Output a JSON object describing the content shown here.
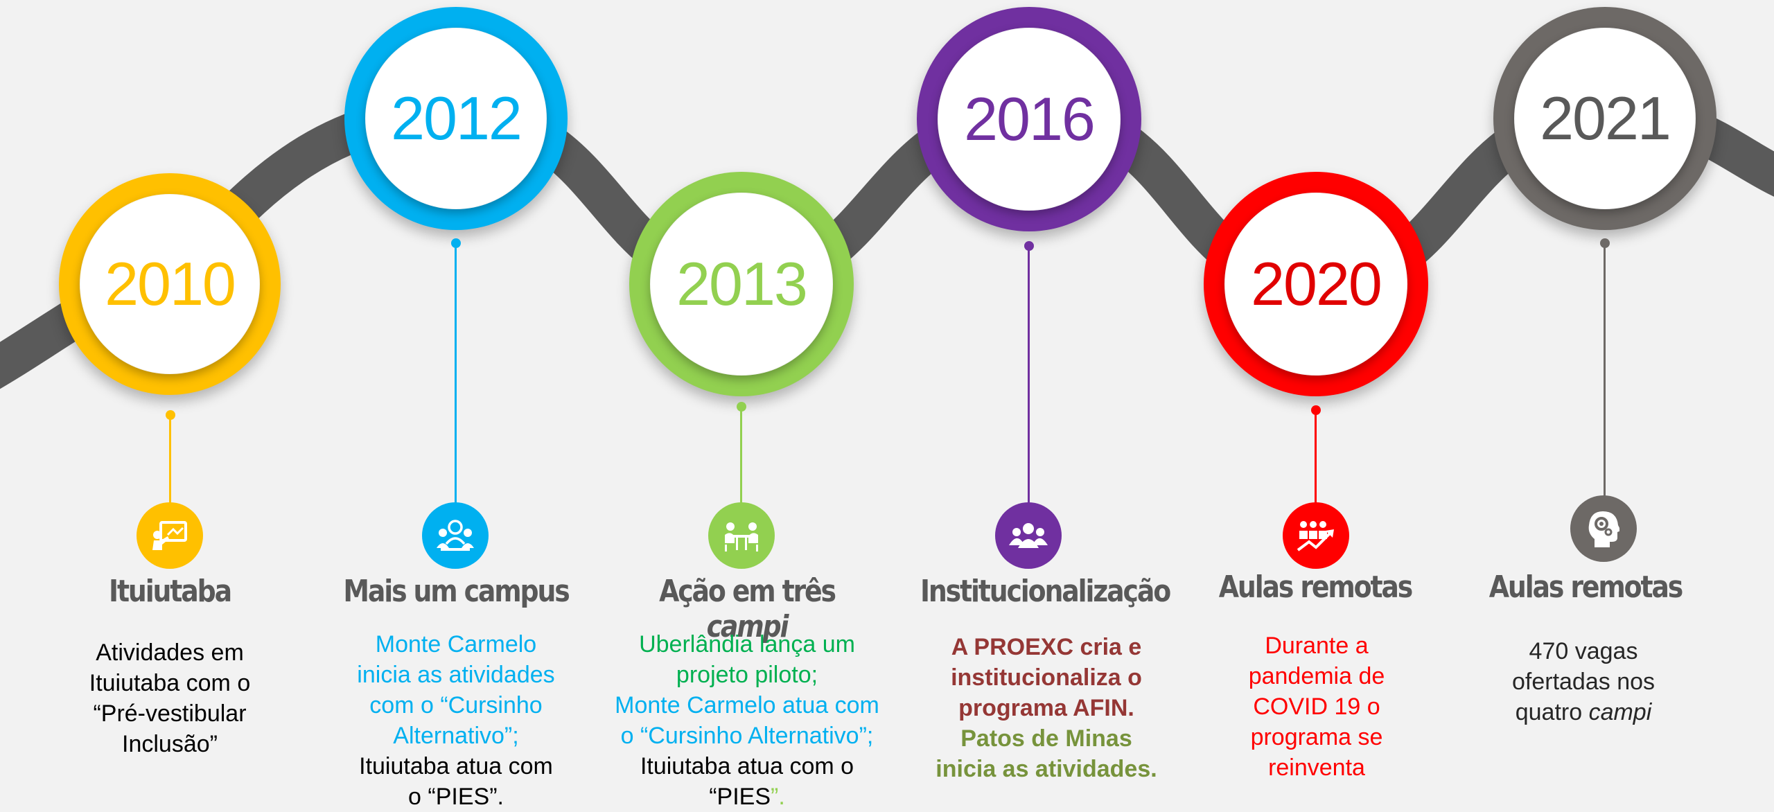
{
  "colors": {
    "band": "#5a5a5a",
    "background": "#f2f2f2",
    "yellow": "#FFC000",
    "blue": "#00B0F0",
    "green": "#92D050",
    "purple": "#7030A0",
    "red": "#FF0000",
    "gray": "#6d6966",
    "title_gray": "#595959"
  },
  "milestones": [
    {
      "year": "2010",
      "icon": "presentation-icon",
      "title": "Ituiutaba",
      "desc": [
        "Atividades em",
        "Ituiutaba com o",
        "“Pré-vestibular",
        "Inclusão”"
      ]
    },
    {
      "year": "2012",
      "icon": "team-meeting-icon",
      "title": "Mais um campus",
      "desc_blue": [
        "Monte Carmelo",
        "inicia as atividades",
        "com o “Cursinho",
        "Alternativo”;"
      ],
      "desc_black": [
        "Ituiutaba atua com",
        "o “PIES”."
      ]
    },
    {
      "year": "2013",
      "icon": "desk-people-icon",
      "title_a": "Ação em três ",
      "title_b": "campi",
      "desc_green": [
        "Uberlândia lança um",
        "projeto piloto;"
      ],
      "desc_blue": [
        "Monte Carmelo atua com",
        "o “Cursinho Alternativo”;"
      ],
      "desc_black_1": "Ituiutaba atua com o",
      "desc_black_2": "“PIES",
      "desc_end": "”."
    },
    {
      "year": "2016",
      "icon": "group-icon",
      "title": "Institucionalização",
      "desc_red": [
        "A PROEXC cria e",
        "institucionaliza o",
        "programa AFIN."
      ],
      "desc_green": [
        "Patos de Minas",
        "inicia as atividades."
      ]
    },
    {
      "year": "2020",
      "icon": "growth-team-icon",
      "title": "Aulas remotas",
      "desc": [
        "Durante a",
        "pandemia de",
        "COVID 19 o",
        "programa se",
        "reinventa"
      ]
    },
    {
      "year": "2021",
      "icon": "head-gears-icon",
      "title": "Aulas remotas",
      "desc_1": "470 vagas",
      "desc_2": "ofertadas nos",
      "desc_3a": "quatro ",
      "desc_3b": "campi"
    }
  ]
}
